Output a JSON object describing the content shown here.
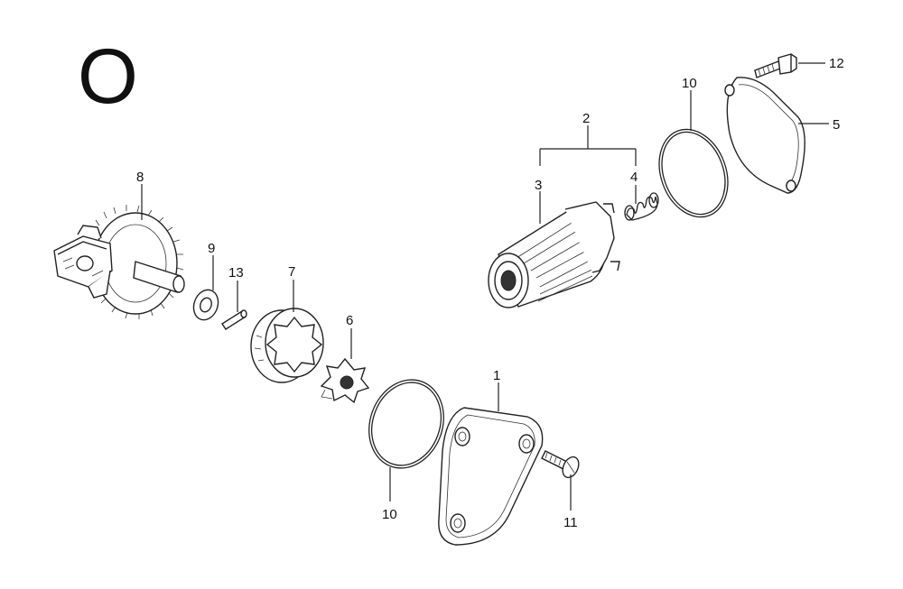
{
  "diagram": {
    "section_letter": "O",
    "parts": [
      {
        "ref": "1"
      },
      {
        "ref": "2"
      },
      {
        "ref": "3"
      },
      {
        "ref": "4"
      },
      {
        "ref": "5"
      },
      {
        "ref": "6"
      },
      {
        "ref": "7"
      },
      {
        "ref": "8"
      },
      {
        "ref": "9"
      },
      {
        "ref": "10"
      },
      {
        "ref": "10"
      },
      {
        "ref": "11"
      },
      {
        "ref": "12"
      },
      {
        "ref": "13"
      }
    ]
  }
}
